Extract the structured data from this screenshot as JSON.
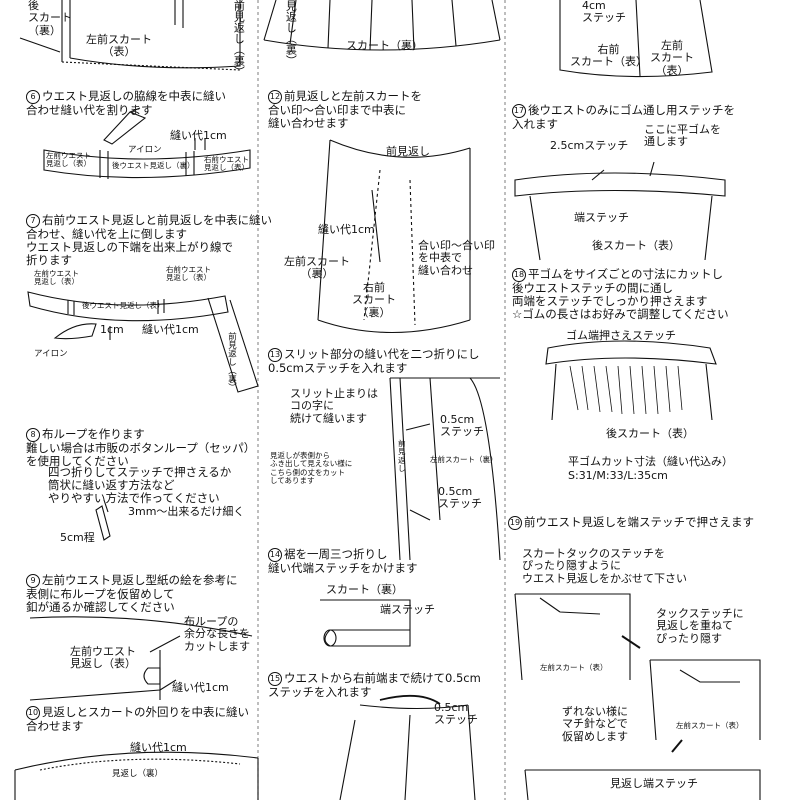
{
  "col1": {
    "top": {
      "back_skirt": "後\nスカート\n（裏）",
      "left_front_skirt": "左前スカート\n（表）",
      "facing": "前見返し（裏）"
    },
    "s6": {
      "num": "6",
      "text": "ウエスト見返しの脇線を中表に縫い\n合わせ縫い代を割ります",
      "allowance": "縫い代1cm",
      "iron": "アイロン",
      "pieces": [
        "左前ウエスト\n見返し（表）",
        "後ウエスト見返し（裏）",
        "右前ウエスト\n見返し（表）"
      ]
    },
    "s7": {
      "num": "7",
      "text": "右前ウエスト見返しと前見返しを中表に縫い\n合わせ、縫い代を上に倒します\nウエスト見返しの下端を出来上がり線で\n折ります",
      "left_piece": "左前ウエスト\n見返し（表）",
      "right_piece": "右前ウエスト\n見返し（表）",
      "back_piece": "後ウエスト見返し（表）",
      "one_cm": "1cm",
      "allowance": "縫い代1cm",
      "front_facing": "前見返し（裏）",
      "iron": "アイロン"
    },
    "s8": {
      "num": "8",
      "text": "布ループを作ります\n難しい場合は市販のボタンループ（セッパ）\nを使用してください",
      "note": "四つ折りしてステッチで押さえるか\n筒状に縫い返す方法など\nやりやすい方法で作ってください",
      "width": "3mm〜出来るだけ細く",
      "length": "5cm程"
    },
    "s9": {
      "num": "9",
      "text": "左前ウエスト見返し型紙の絵を参考に\n表側に布ループを仮留めして\n釦が通るか確認してください",
      "piece": "左前ウエスト\n見返し（表）",
      "loop_note": "布ループの\n余分な長さを\nカットします",
      "allowance": "縫い代1cm"
    },
    "s10": {
      "num": "10",
      "text": "見返しとスカートの外回りを中表に縫い\n合わせます",
      "allowance": "縫い代1cm",
      "facing": "見返し（裏）"
    }
  },
  "col2": {
    "top": {
      "facing": "見返し（裏）",
      "skirt": "スカート（裏）"
    },
    "s12": {
      "num": "12",
      "text": "前見返しと左前スカートを\n合い印〜合い印まで中表に\n縫い合わせます",
      "front_facing": "前見返し",
      "allowance": "縫い代1cm",
      "left_front": "左前スカート\n（裏）",
      "marks": "合い印〜合い印\nを中表で\n縫い合わせ",
      "right_skirt": "右前\nスカート\n（裏）"
    },
    "s13": {
      "num": "13",
      "text": "スリット部分の縫い代を二つ折りにし\n0.5cmステッチを入れます",
      "slit_note": "スリット止まりは\nコの字に\n続けて縫います",
      "stitch1": "0.5cm\nステッチ",
      "facing_note": "見返しが表側から\nふき出して見えない様に\nこちら側の丈をカット\nしてあります",
      "front_facing": "前\n見\n返\nし",
      "left_skirt": "左前スカート（裏）",
      "stitch2": "0.5cm\nステッチ"
    },
    "s14": {
      "num": "14",
      "text": "裾を一周三つ折りし\n縫い代端ステッチをかけます",
      "skirt": "スカート（裏）",
      "edge": "端ステッチ"
    },
    "s15": {
      "num": "15",
      "text": "ウエストから右前端まで続けて0.5cm\nステッチを入れます",
      "stitch": "0.5cm\nステッチ"
    }
  },
  "col3": {
    "top": {
      "stitch": "4cm\nステッチ",
      "right_front": "右前\nスカート（表）",
      "left_front": "左前\nスカート\n（表）"
    },
    "s17": {
      "num": "17",
      "text": "後ウエストのみにゴム通し用ステッチを\n入れます",
      "stitch": "2.5cmステッチ",
      "elastic": "ここに平ゴムを\n通します",
      "edge": "端ステッチ",
      "back_skirt": "後スカート（表）"
    },
    "s18": {
      "num": "18",
      "text": "平ゴムをサイズごとの寸法にカットし\n後ウエストステッチの間に通し\n両端をステッチでしっかり押さえます\n☆ゴムの長さはお好みで調整してください",
      "gum": "ゴム端押さえステッチ",
      "back_skirt": "後スカート（表）",
      "cut_title": "平ゴムカット寸法（縫い代込み）",
      "sizes": "S:31/M:33/L:35cm"
    },
    "s19": {
      "num": "19",
      "text": "前ウエスト見返しを端ステッチで押さえます",
      "tuck_note": "スカートタックのステッチを\nぴったり隠すように\nウエスト見返しをかぶせて下さい",
      "left_skirt1": "左前スカート（表）",
      "hide_note": "タックステッチに\n見返しを重ねて\nぴったり隠す",
      "pin_note": "ずれない様に\nマチ針などで\n仮留めします",
      "left_skirt2": "左前スカート（表）",
      "facing_edge": "見返し端ステッチ"
    }
  }
}
